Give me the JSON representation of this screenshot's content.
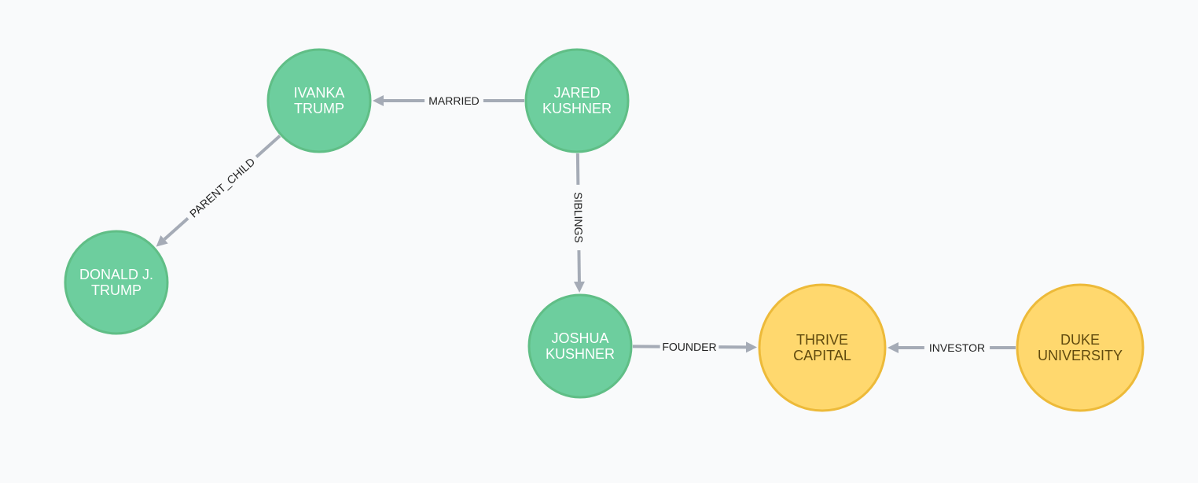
{
  "colors": {
    "background": "#f9fafb",
    "person_fill": "#6dce9e",
    "person_stroke": "#60be86",
    "person_text": "#ffffff",
    "company_fill": "#ffd86e",
    "company_stroke": "#edba39",
    "company_text": "#604a0e",
    "edge": "#a5abb6",
    "edge_text": "#222222"
  },
  "nodes": [
    {
      "id": "ivanka",
      "kind": "person",
      "lines": [
        "IVANKA",
        "TRUMP"
      ]
    },
    {
      "id": "jared",
      "kind": "person",
      "lines": [
        "JARED",
        "KUSHNER"
      ]
    },
    {
      "id": "donald",
      "kind": "person",
      "lines": [
        "DONALD J.",
        "TRUMP"
      ]
    },
    {
      "id": "joshua",
      "kind": "person",
      "lines": [
        "JOSHUA",
        "KUSHNER"
      ]
    },
    {
      "id": "thrive",
      "kind": "company",
      "lines": [
        "THRIVE",
        "CAPITAL"
      ]
    },
    {
      "id": "duke",
      "kind": "company",
      "lines": [
        "DUKE",
        "UNIVERSITY"
      ]
    }
  ],
  "edges": [
    {
      "id": "married",
      "from": "jared",
      "to": "ivanka",
      "label": "MARRIED"
    },
    {
      "id": "parent-child",
      "from": "ivanka",
      "to": "donald",
      "label": "PARENT_CHILD"
    },
    {
      "id": "siblings",
      "from": "jared",
      "to": "joshua",
      "label": "SIBLINGS"
    },
    {
      "id": "founder",
      "from": "joshua",
      "to": "thrive",
      "label": "FOUNDER"
    },
    {
      "id": "investor",
      "from": "duke",
      "to": "thrive",
      "label": "INVESTOR"
    }
  ]
}
